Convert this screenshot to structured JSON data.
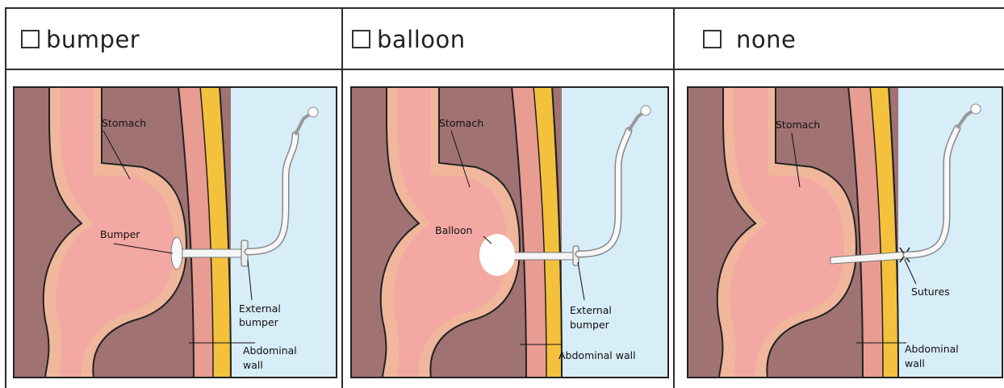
{
  "options": [
    {
      "label": "bumper",
      "checked": false
    },
    {
      "label": "balloon",
      "checked": false
    },
    {
      "label": "none",
      "checked": false
    }
  ],
  "panels": [
    {
      "labels": {
        "stomach": "Stomach",
        "device": "Bumper",
        "external1": "External",
        "external2": "bumper",
        "wall1": "Abdominal",
        "wall2": "wall"
      }
    },
    {
      "labels": {
        "stomach": "Stomach",
        "device": "Balloon",
        "external1": "External",
        "external2": "bumper",
        "wall1": "Abdominal wall"
      }
    },
    {
      "labels": {
        "stomach": "Stomach",
        "device": "Sutures",
        "wall1": "Abdominal",
        "wall2": "wall"
      }
    }
  ],
  "colors": {
    "muscle": "#a07372",
    "stomach_outer": "#f0b79c",
    "stomach_inner": "#f4a8a3",
    "wall_pink": "#e89c92",
    "fat": "#f3c13c",
    "outside": "#d7edf8",
    "grid": "#2b2b2b"
  }
}
